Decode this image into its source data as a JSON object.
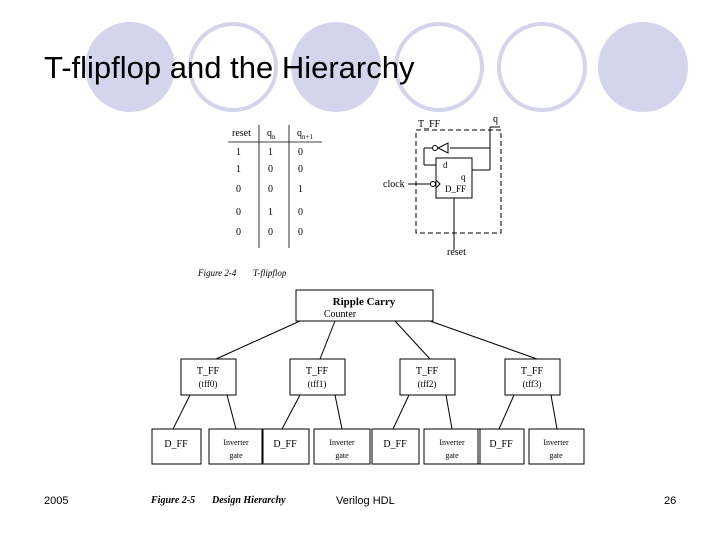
{
  "slide": {
    "title": "T-flipflop and the Hierarchy",
    "footer_left": "2005",
    "footer_center": "Verilog HDL",
    "footer_right": "26"
  },
  "colors": {
    "circle_fill": "#d4d4ec",
    "circle_ring": "#d4d4ec",
    "ink": "#000000"
  },
  "truth_table": {
    "headers": [
      "reset",
      "q",
      "q"
    ],
    "header_subscripts": [
      "",
      "n",
      "n+1"
    ],
    "rows": [
      [
        "1",
        "1",
        "0"
      ],
      [
        "1",
        "0",
        "0"
      ],
      [
        "0",
        "0",
        "1"
      ],
      [
        "0",
        "1",
        "0"
      ],
      [
        "0",
        "0",
        "0"
      ]
    ]
  },
  "circuit": {
    "box_label": "T_FF",
    "output_label": "q",
    "d_label": "d",
    "inner_q_label": "q",
    "dff_label": "D_FF",
    "clock_label": "clock",
    "reset_label": "reset"
  },
  "figure1": {
    "number": "Figure 2-4",
    "name": "T-flipflop"
  },
  "hierarchy": {
    "root": {
      "line1": "Ripple Carry",
      "line2": "Counter"
    },
    "tffs": [
      {
        "name": "T_FF",
        "instance": "(tff0)"
      },
      {
        "name": "T_FF",
        "instance": "(tff1)"
      },
      {
        "name": "T_FF",
        "instance": "(tff2)"
      },
      {
        "name": "T_FF",
        "instance": "(tff3)"
      }
    ],
    "dff_label": "D_FF",
    "inverter_line1": "Inverter",
    "inverter_line2": "gate"
  },
  "figure2": {
    "number": "Figure 2-5",
    "name": "Design Hierarchy"
  }
}
